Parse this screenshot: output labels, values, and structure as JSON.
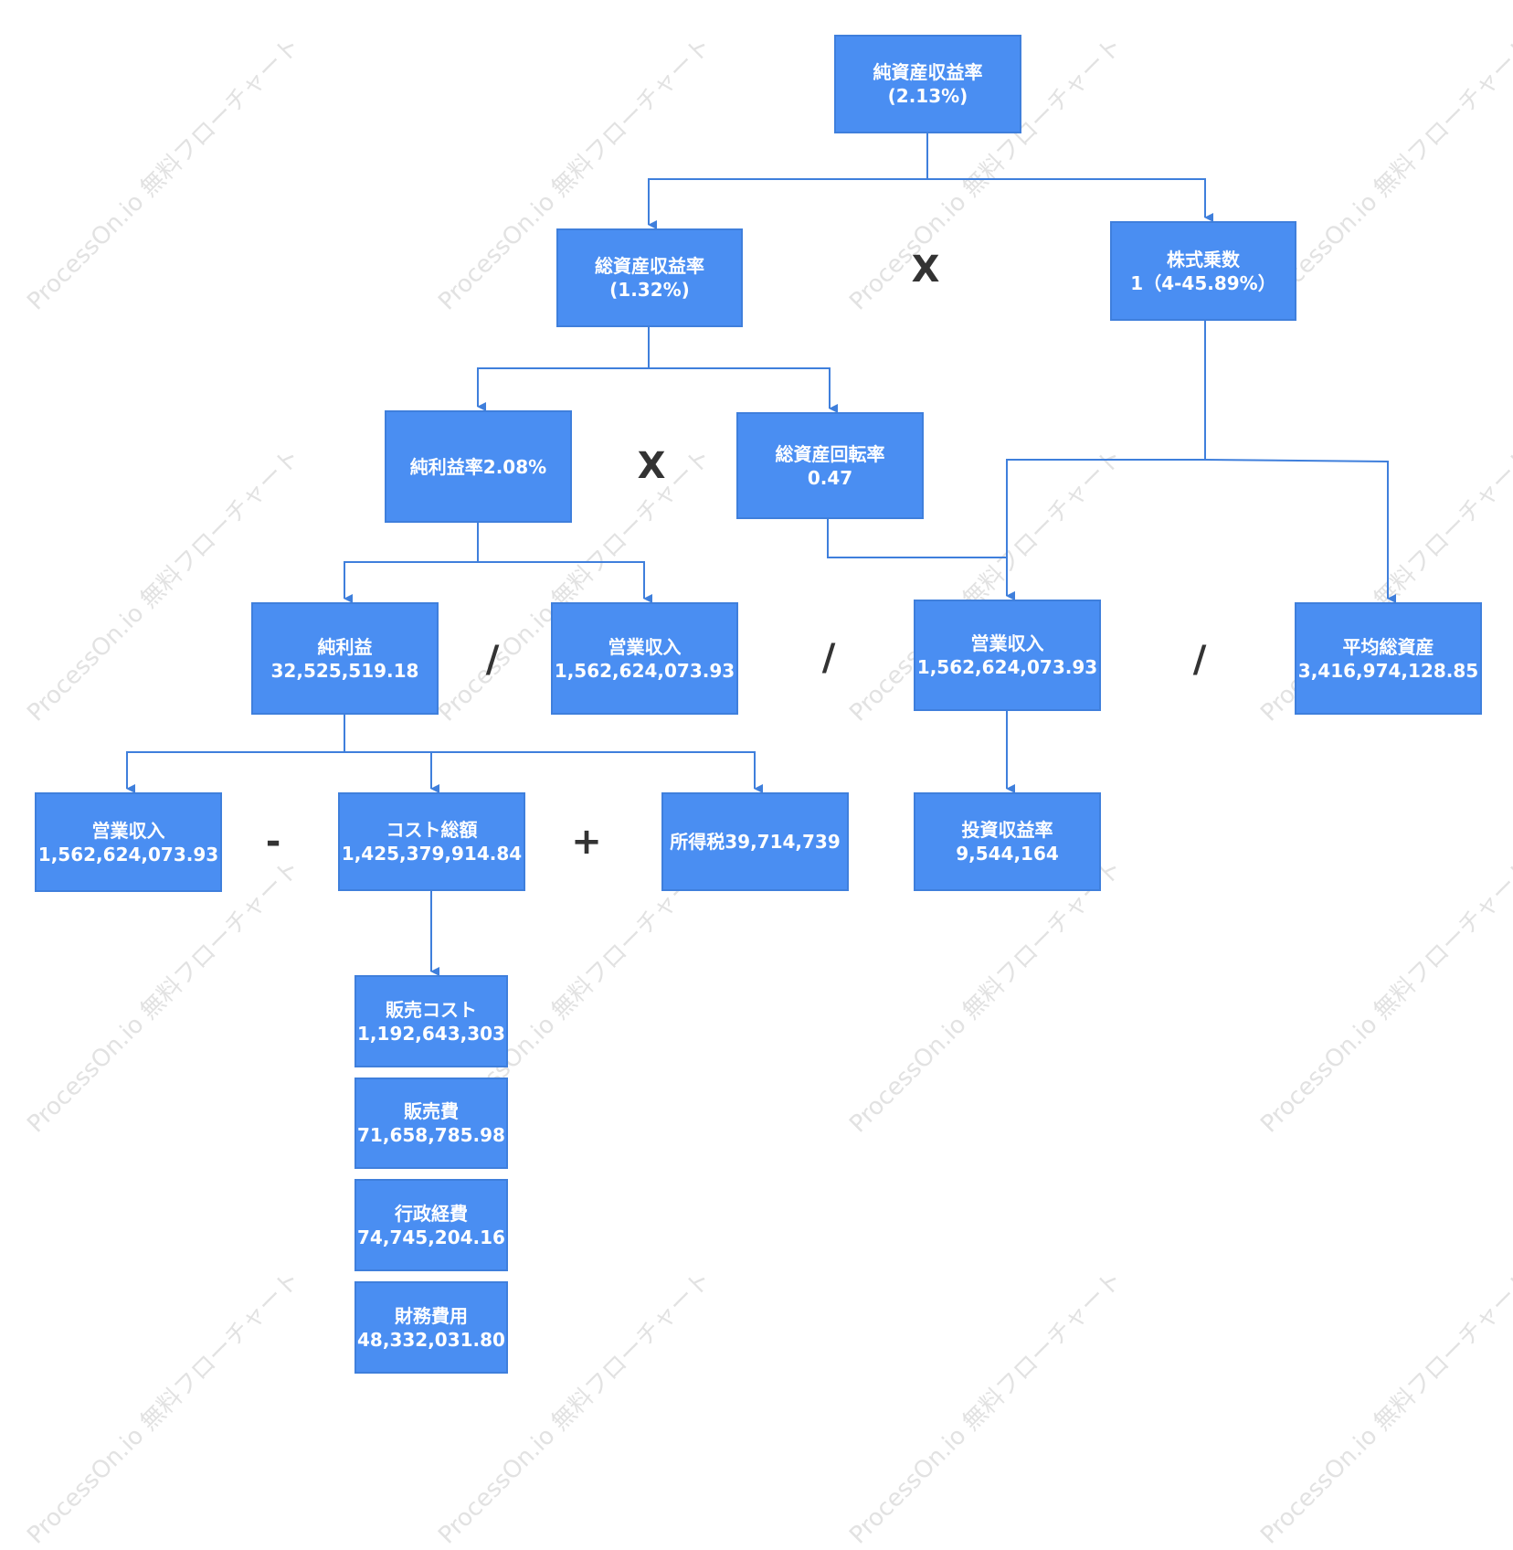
{
  "watermark": "ProcessOn.io 無料フローチャート",
  "nodes": {
    "roe": {
      "l1": "純資産収益率",
      "l2": "(2.13%)"
    },
    "roa": {
      "l1": "総資産収益率",
      "l2": "(1.32%)"
    },
    "equity_multiplier": {
      "l1": "株式乗数",
      "l2": "1（4-45.89%）"
    },
    "net_margin": {
      "l1": "純利益率2.08%"
    },
    "asset_turnover": {
      "l1": "総資産回転率",
      "l2": "0.47"
    },
    "net_income": {
      "l1": "純利益",
      "l2": "32,525,519.18"
    },
    "revenue_a": {
      "l1": "営業収入",
      "l2": "1,562,624,073.93"
    },
    "revenue_b": {
      "l1": "営業収入",
      "l2": "1,562,624,073.93"
    },
    "avg_assets": {
      "l1": "平均総資産",
      "l2": "3,416,974,128.85"
    },
    "revenue_c": {
      "l1": "営業収入",
      "l2": "1,562,624,073.93"
    },
    "total_cost": {
      "l1": "コスト総額",
      "l2": "1,425,379,914.84"
    },
    "income_tax": {
      "l1": "所得税39,714,739"
    },
    "investment_return": {
      "l1": "投資収益率",
      "l2": "9,544,164"
    },
    "cost_of_sales": {
      "l1": "販売コスト",
      "l2": "1,192,643,303"
    },
    "selling_expenses": {
      "l1": "販売費",
      "l2": "71,658,785.98"
    },
    "admin_expenses": {
      "l1": "行政経費",
      "l2": "74,745,204.16"
    },
    "finance_expenses": {
      "l1": "財務費用",
      "l2": "48,332,031.80"
    }
  },
  "operators": {
    "x_top": "X",
    "x_mid": "X",
    "div_1": "/",
    "div_2": "/",
    "div_3": "/",
    "minus": "-",
    "plus": "+"
  },
  "colors": {
    "box_fill": "#4a8ef2",
    "box_border": "#3f7fdc",
    "line": "#3f7fdc"
  }
}
